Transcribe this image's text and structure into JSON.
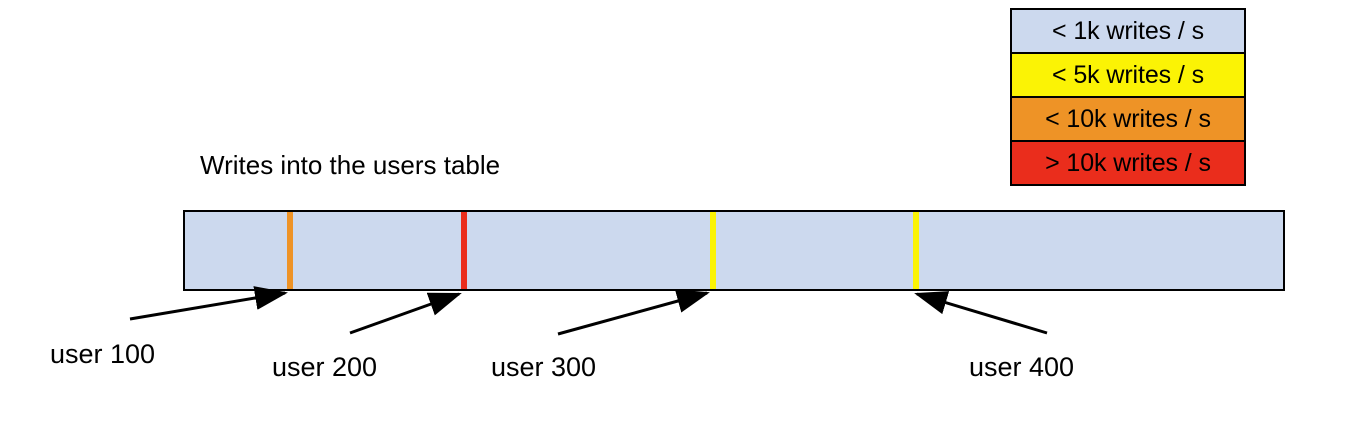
{
  "chart_data": {
    "type": "bar",
    "title": "Writes into the users table",
    "xlabel": "",
    "ylabel": "",
    "description": "Single horizontal range bar representing a users table keyspace, shaded by write throughput, with colored marker lines at specific user boundaries.",
    "legend_position": "top-right",
    "grid": false,
    "categories": [
      "< 1k writes / s",
      "< 5k writes / s",
      "< 10k writes / s",
      "> 10k writes / s"
    ],
    "values": [
      1000,
      5000,
      10000,
      10001
    ],
    "bar_fill_category": "< 1k writes / s",
    "markers": [
      {
        "label": "user 100",
        "color_category": "< 10k writes / s",
        "color": "#ee9326",
        "position_fraction": 0.095
      },
      {
        "label": "user 200",
        "color_category": "> 10k writes / s",
        "color": "#ea2d1c",
        "position_fraction": 0.253
      },
      {
        "label": "user 300",
        "color_category": "< 5k writes / s",
        "color": "#fbf305",
        "position_fraction": 0.478
      },
      {
        "label": "user 400",
        "color_category": "< 5k writes / s",
        "color": "#fbf305",
        "position_fraction": 0.662
      }
    ]
  },
  "legend": {
    "title": "",
    "items": [
      {
        "label": "< 1k writes / s",
        "color": "#ccd9ee"
      },
      {
        "label": "< 5k writes / s",
        "color": "#fbf305"
      },
      {
        "label": "< 10k writes / s",
        "color": "#ee9326"
      },
      {
        "label": "> 10k writes / s",
        "color": "#ea2d1c"
      }
    ]
  },
  "chart": {
    "title": "Writes into the users table",
    "bar_color": "#ccd9ee",
    "border_color": "#000000"
  },
  "markers": [
    {
      "label": "user 100",
      "color": "#ee9326"
    },
    {
      "label": "user 200",
      "color": "#ea2d1c"
    },
    {
      "label": "user 300",
      "color": "#fbf305"
    },
    {
      "label": "user 400",
      "color": "#fbf305"
    }
  ]
}
